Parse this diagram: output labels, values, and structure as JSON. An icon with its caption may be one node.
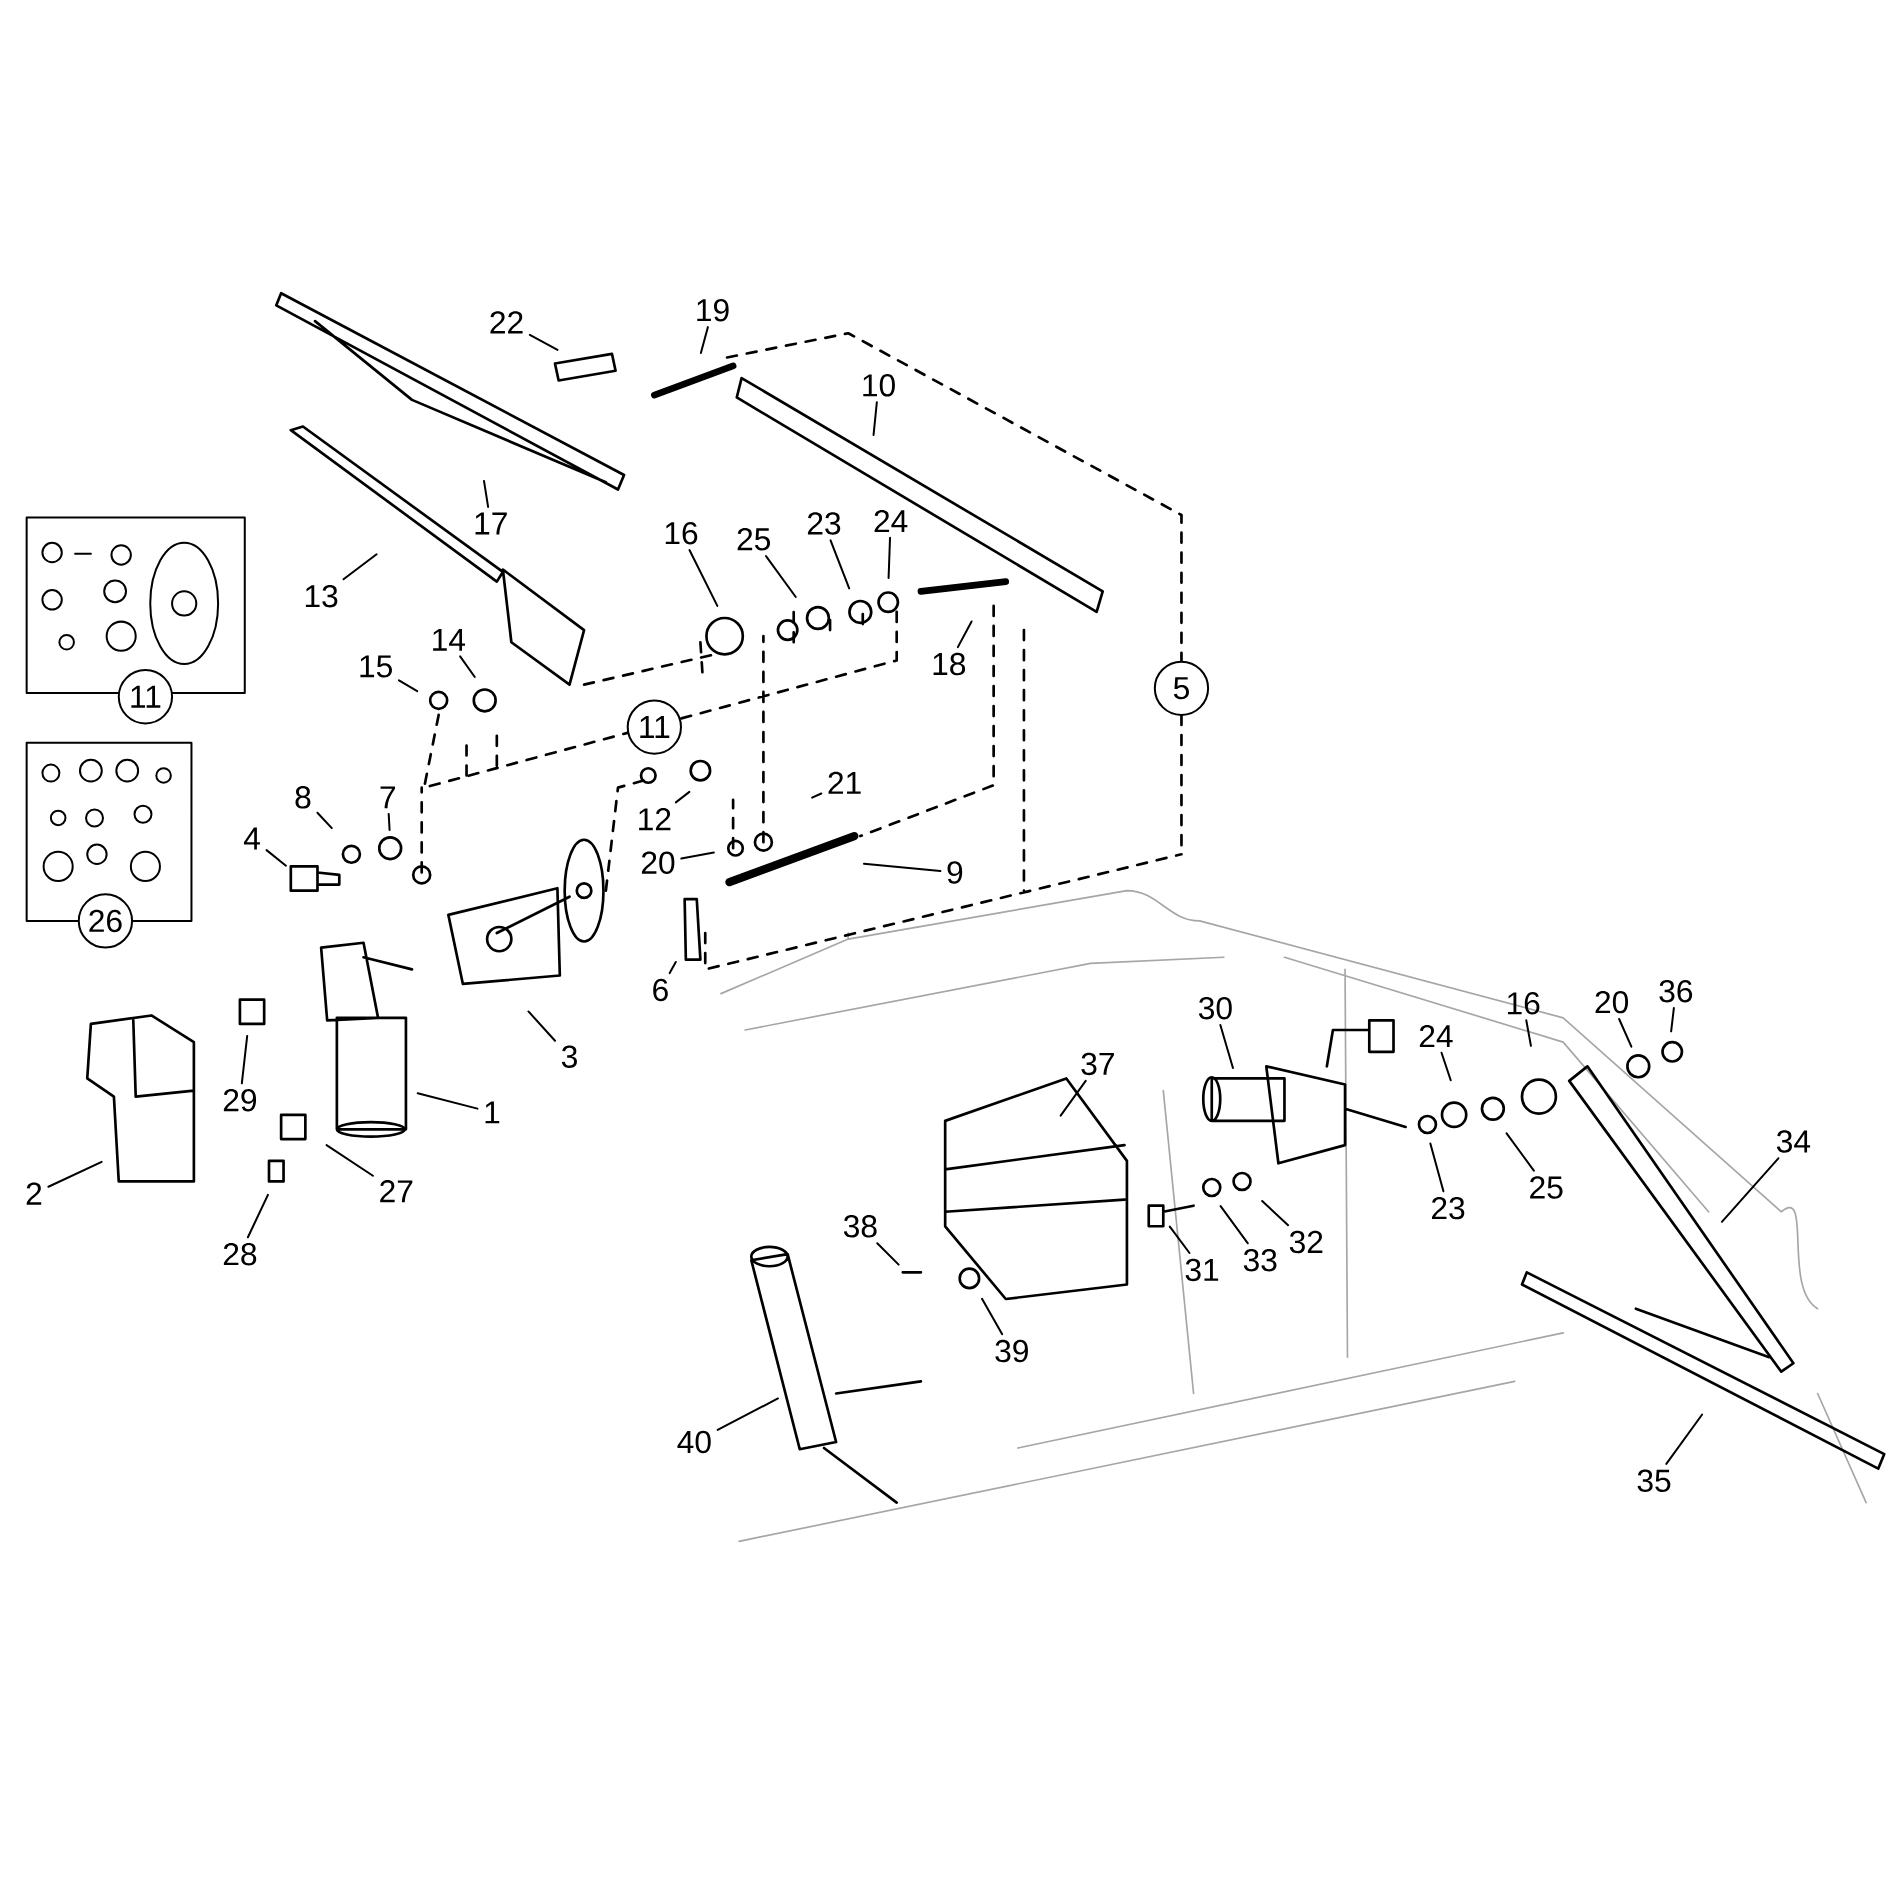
{
  "diagram": {
    "nodes": [
      {
        "text": [
          "22"
        ]
      },
      {
        "text": [
          "19"
        ]
      },
      {
        "text": [
          "10"
        ]
      },
      {
        "text": [
          "17"
        ]
      },
      {
        "text": [
          "13"
        ]
      },
      {
        "text": [
          "16"
        ]
      },
      {
        "text": [
          "25"
        ]
      },
      {
        "text": [
          "23"
        ]
      },
      {
        "text": [
          "24"
        ]
      },
      {
        "text": [
          "18"
        ]
      },
      {
        "text": [
          "15"
        ]
      },
      {
        "text": [
          "14"
        ]
      },
      {
        "text": [
          "11"
        ]
      },
      {
        "text": [
          "11"
        ]
      },
      {
        "text": [
          "5"
        ]
      },
      {
        "text": [
          "12"
        ]
      },
      {
        "text": [
          "21"
        ]
      },
      {
        "text": [
          "8"
        ]
      },
      {
        "text": [
          "7"
        ]
      },
      {
        "text": [
          "4"
        ]
      },
      {
        "text": [
          "20"
        ]
      },
      {
        "text": [
          "9"
        ]
      },
      {
        "text": [
          "26"
        ]
      },
      {
        "text": [
          "6"
        ]
      },
      {
        "text": [
          "3"
        ]
      },
      {
        "text": [
          "29"
        ]
      },
      {
        "text": [
          "1"
        ]
      },
      {
        "text": [
          "27"
        ]
      },
      {
        "text": [
          "2"
        ]
      },
      {
        "text": [
          "28"
        ]
      },
      {
        "text": [
          "36"
        ]
      },
      {
        "text": [
          "16"
        ]
      },
      {
        "text": [
          "20"
        ]
      },
      {
        "text": [
          "30"
        ]
      },
      {
        "text": [
          "24"
        ]
      },
      {
        "text": [
          "37"
        ]
      },
      {
        "text": [
          "34"
        ]
      },
      {
        "text": [
          "25"
        ]
      },
      {
        "text": [
          "23"
        ]
      },
      {
        "text": [
          "38"
        ]
      },
      {
        "text": [
          "32"
        ]
      },
      {
        "text": [
          "33"
        ]
      },
      {
        "text": [
          "31"
        ]
      },
      {
        "text": [
          "39"
        ]
      },
      {
        "text": [
          "40"
        ]
      },
      {
        "text": [
          "35"
        ]
      }
    ],
    "edges": [
      {
        "from": 0,
        "to": null,
        "arrow": "none"
      },
      {
        "from": 1,
        "to": null,
        "arrow": "none"
      },
      {
        "from": 2,
        "to": null,
        "arrow": "none"
      },
      {
        "from": 3,
        "to": null,
        "arrow": "none"
      },
      {
        "from": 4,
        "to": null,
        "arrow": "none"
      },
      {
        "from": 5,
        "to": null,
        "arrow": "none"
      },
      {
        "from": 6,
        "to": null,
        "arrow": "none"
      },
      {
        "from": 7,
        "to": null,
        "arrow": "none"
      },
      {
        "from": 8,
        "to": null,
        "arrow": "none"
      },
      {
        "from": 9,
        "to": null,
        "arrow": "none"
      },
      {
        "from": 10,
        "to": null,
        "arrow": "none"
      },
      {
        "from": 11,
        "to": null,
        "arrow": "none"
      },
      {
        "from": 15,
        "to": null,
        "arrow": "none"
      },
      {
        "from": 16,
        "to": null,
        "arrow": "none"
      },
      {
        "from": 17,
        "to": null,
        "arrow": "none"
      },
      {
        "from": 18,
        "to": null,
        "arrow": "none"
      },
      {
        "from": 19,
        "to": null,
        "arrow": "none"
      },
      {
        "from": 20,
        "to": null,
        "arrow": "none"
      },
      {
        "from": 21,
        "to": null,
        "arrow": "none"
      },
      {
        "from": 23,
        "to": null,
        "arrow": "none"
      },
      {
        "from": 24,
        "to": null,
        "arrow": "none"
      },
      {
        "from": 25,
        "to": null,
        "arrow": "none"
      },
      {
        "from": 26,
        "to": null,
        "arrow": "none"
      },
      {
        "from": 27,
        "to": null,
        "arrow": "none"
      },
      {
        "from": 28,
        "to": null,
        "arrow": "none"
      },
      {
        "from": 29,
        "to": null,
        "arrow": "none"
      },
      {
        "from": 30,
        "to": null,
        "arrow": "none"
      },
      {
        "from": 31,
        "to": null,
        "arrow": "none"
      },
      {
        "from": 32,
        "to": null,
        "arrow": "none"
      },
      {
        "from": 33,
        "to": null,
        "arrow": "none"
      },
      {
        "from": 34,
        "to": null,
        "arrow": "none"
      },
      {
        "from": 35,
        "to": null,
        "arrow": "none"
      },
      {
        "from": 36,
        "to": null,
        "arrow": "none"
      },
      {
        "from": 37,
        "to": null,
        "arrow": "none"
      },
      {
        "from": 38,
        "to": null,
        "arrow": "none"
      },
      {
        "from": 39,
        "to": null,
        "arrow": "none"
      },
      {
        "from": 40,
        "to": null,
        "arrow": "none"
      },
      {
        "from": 41,
        "to": null,
        "arrow": "none"
      },
      {
        "from": 42,
        "to": null,
        "arrow": "none"
      },
      {
        "from": 43,
        "to": null,
        "arrow": "none"
      },
      {
        "from": 44,
        "to": null,
        "arrow": "none"
      },
      {
        "from": 45,
        "to": null,
        "arrow": "none"
      }
    ]
  }
}
